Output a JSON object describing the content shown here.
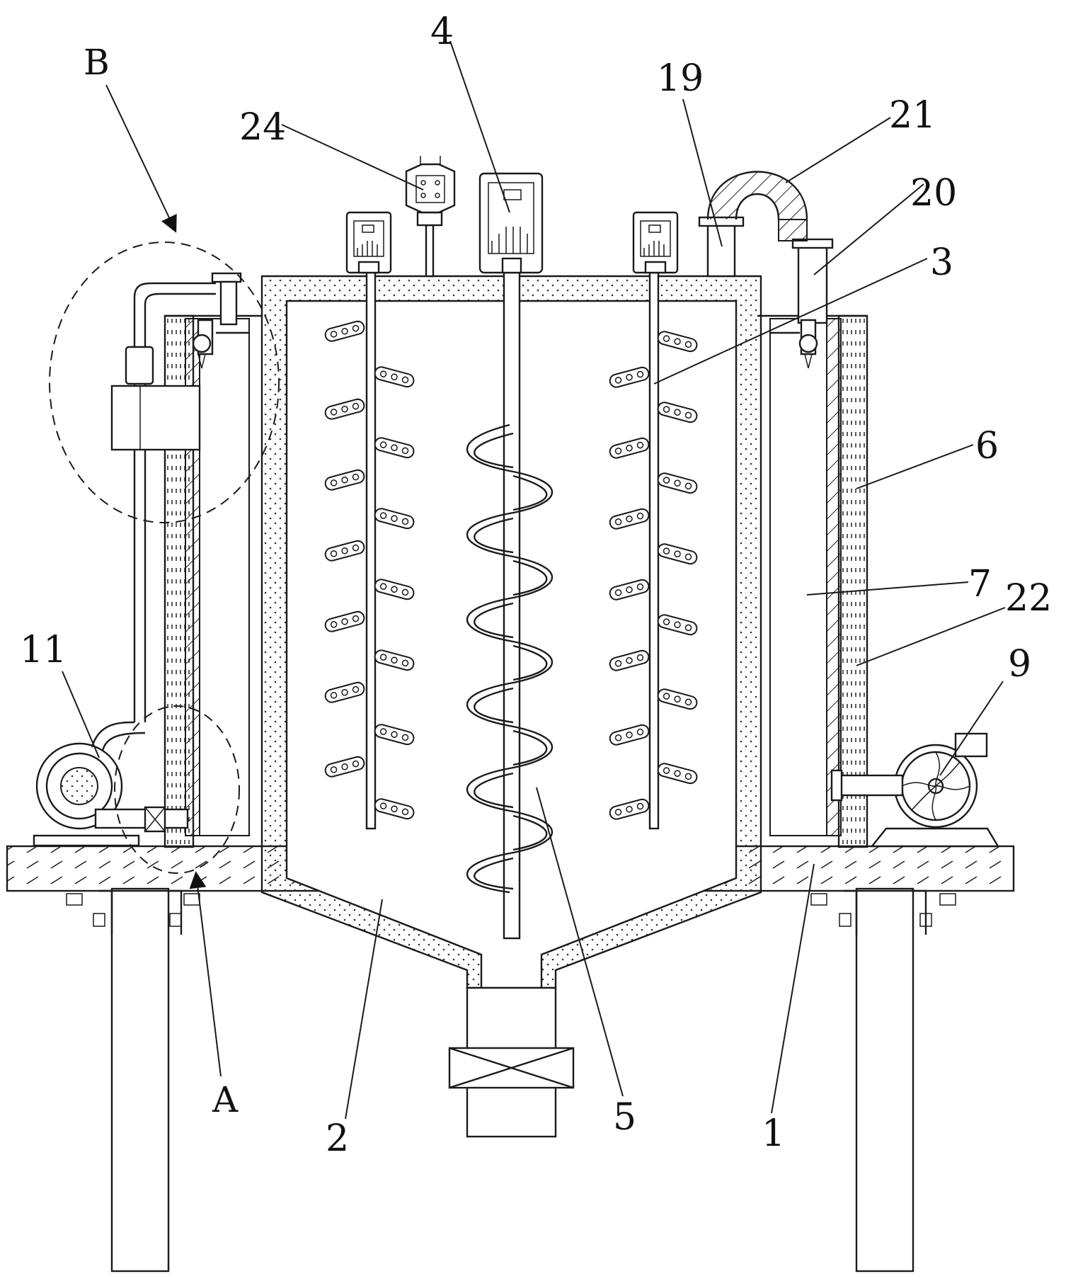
{
  "labels": {
    "n1": "1",
    "n2": "2",
    "n3": "3",
    "n4": "4",
    "n5": "5",
    "n6": "6",
    "n7": "7",
    "n9": "9",
    "n11": "11",
    "n19": "19",
    "n20": "20",
    "n21": "21",
    "n22": "22",
    "n24": "24",
    "detailA": "A",
    "detailB": "B"
  },
  "colors": {
    "line": "#1a1a1a",
    "background": "#ffffff"
  }
}
